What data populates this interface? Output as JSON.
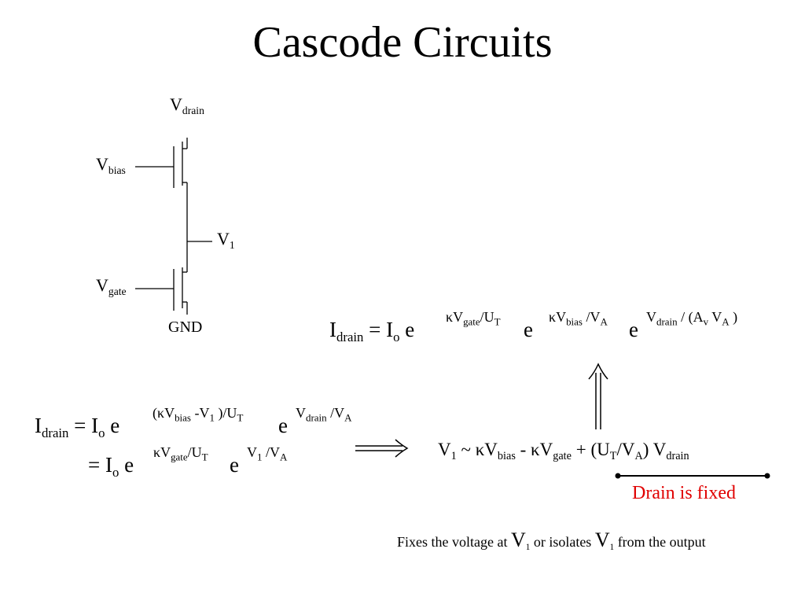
{
  "slide": {
    "title": "Cascode Circuits"
  },
  "circuit": {
    "vdrain": {
      "main": "V",
      "sub": "drain"
    },
    "vbias": {
      "main": "V",
      "sub": "bias"
    },
    "v1": {
      "main": "V",
      "sub": "1"
    },
    "vgate": {
      "main": "V",
      "sub": "gate"
    },
    "gnd": "GND"
  },
  "eq_top": {
    "lhs_main": "I",
    "lhs_sub": "drain",
    "eq_io": " = I",
    "io_sub": "o",
    "e1": " e ",
    "x1_a": "κV",
    "x1_sub": "gate",
    "x1_b": "/U",
    "x1_sub2": "T",
    "e2": " e ",
    "x2_a": "κV",
    "x2_sub": "bias",
    "x2_b": " /V",
    "x2_sub2": "A",
    "e3": " e",
    "x3_a": "V",
    "x3_sub": "drain",
    "x3_b": " / (A",
    "x3_sub2": "v",
    "x3_c": " V",
    "x3_sub3": "A",
    "x3_d": " )"
  },
  "eq_left1": {
    "lhs_main": "I",
    "lhs_sub": "drain",
    "eq_io": " = I",
    "io_sub": "o",
    "e1": " e ",
    "x1_a": "(κV",
    "x1_sub": "bias",
    "x1_b": "  -V",
    "x1_sub2": "1",
    "x1_c": "  )/U",
    "x1_sub3": "T",
    "e2": " e",
    "x2_a": "V",
    "x2_sub": "drain",
    "x2_b": " /V",
    "x2_sub2": "A"
  },
  "eq_left2": {
    "eq_io": "= I",
    "io_sub": "o",
    "e1": " e ",
    "x1_a": "κV",
    "x1_sub": "gate",
    "x1_b": "/U",
    "x1_sub2": "T",
    "e2": " e",
    "x2_a": "V",
    "x2_sub": "1",
    "x2_b": " /V",
    "x2_sub2": "A"
  },
  "eq_v1": {
    "a": "V",
    "a_sub": "1",
    "b": " ~ κV",
    "b_sub": "bias",
    "c": " - κV",
    "c_sub": "gate",
    "d": " + (U",
    "d_sub": "T",
    "e": "/V",
    "e_sub": "A",
    "f": ") V",
    "f_sub": "drain"
  },
  "annotation": {
    "drain_fixed": "Drain is fixed",
    "drain_fixed_color": "#e00000"
  },
  "footnote": {
    "p1": "Fixes the voltage at ",
    "v": "V",
    "v_sub": "1",
    "p2": " or isolates ",
    "v2": "V",
    "v2_sub": "1",
    "p3": " from the output"
  }
}
